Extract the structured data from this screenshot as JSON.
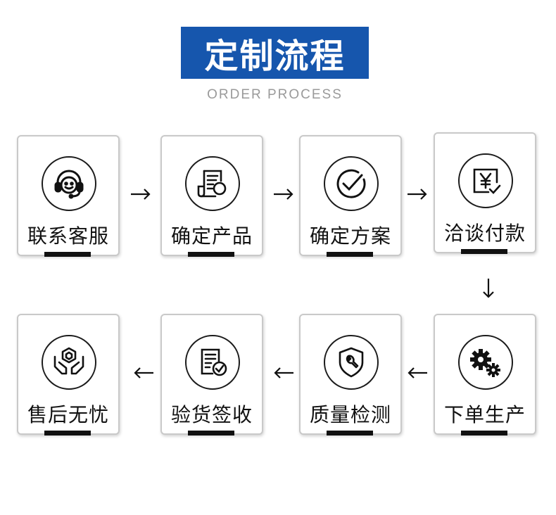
{
  "header": {
    "title": "定制流程",
    "subtitle": "ORDER PROCESS"
  },
  "steps": [
    {
      "label": "联系客服",
      "icon": "headset-icon"
    },
    {
      "label": "确定产品",
      "icon": "document-magnifier-icon"
    },
    {
      "label": "确定方案",
      "icon": "checkmark-icon"
    },
    {
      "label": "洽谈付款",
      "icon": "yuan-payment-icon"
    },
    {
      "label": "下单生产",
      "icon": "gears-icon"
    },
    {
      "label": "质量检测",
      "icon": "shield-wrench-icon"
    },
    {
      "label": "验货签收",
      "icon": "document-check-icon"
    },
    {
      "label": "售后无忧",
      "icon": "hands-hexagon-icon"
    }
  ]
}
